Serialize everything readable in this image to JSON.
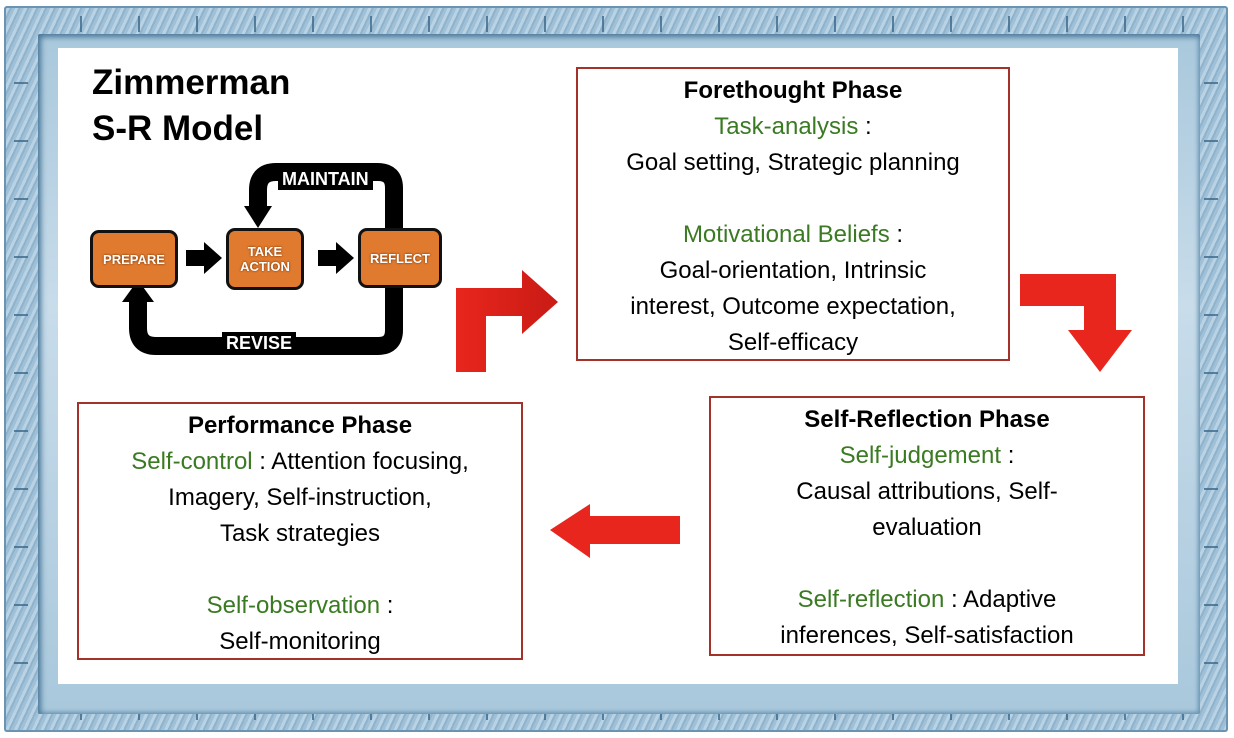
{
  "title": {
    "line1": "Zimmerman",
    "line2": "S-R Model"
  },
  "mini_diagram": {
    "boxes": [
      "PREPARE",
      "TAKE ACTION",
      "REFLECT"
    ],
    "take_action_lines": [
      "TAKE",
      "ACTION"
    ],
    "loop_labels": {
      "top": "MAINTAIN",
      "bottom": "REVISE"
    }
  },
  "phases": {
    "forethought": {
      "title": "Forethought Phase",
      "sections": [
        {
          "heading": "Task-analysis",
          "sep": " :",
          "lines": [
            "Goal setting, Strategic planning"
          ]
        },
        {
          "heading": "Motivational Beliefs",
          "sep": " :",
          "lines": [
            "Goal-orientation, Intrinsic",
            "interest, Outcome expectation,",
            "Self-efficacy"
          ]
        }
      ]
    },
    "self_reflection": {
      "title": "Self-Reflection Phase",
      "sections": [
        {
          "heading": "Self-judgement",
          "sep": " :",
          "lines": [
            "Causal attributions, Self-",
            "evaluation"
          ]
        },
        {
          "heading": "Self-reflection",
          "sep": " : Adaptive",
          "lines": [
            "inferences, Self-satisfaction"
          ]
        }
      ]
    },
    "performance": {
      "title": "Performance Phase",
      "sections": [
        {
          "heading": "Self-control",
          "sep": " : Attention focusing,",
          "lines": [
            "Imagery, Self-instruction,",
            "Task strategies"
          ]
        },
        {
          "heading": "Self-observation",
          "sep": " :",
          "lines": [
            "Self-monitoring"
          ]
        }
      ]
    }
  },
  "colors": {
    "box_border": "#a5322a",
    "heading_green": "#3a7a22",
    "arrow_red": "#e8261d",
    "mini_box_orange": "#e07a2e",
    "frame_blue": "#9fc0d6"
  }
}
